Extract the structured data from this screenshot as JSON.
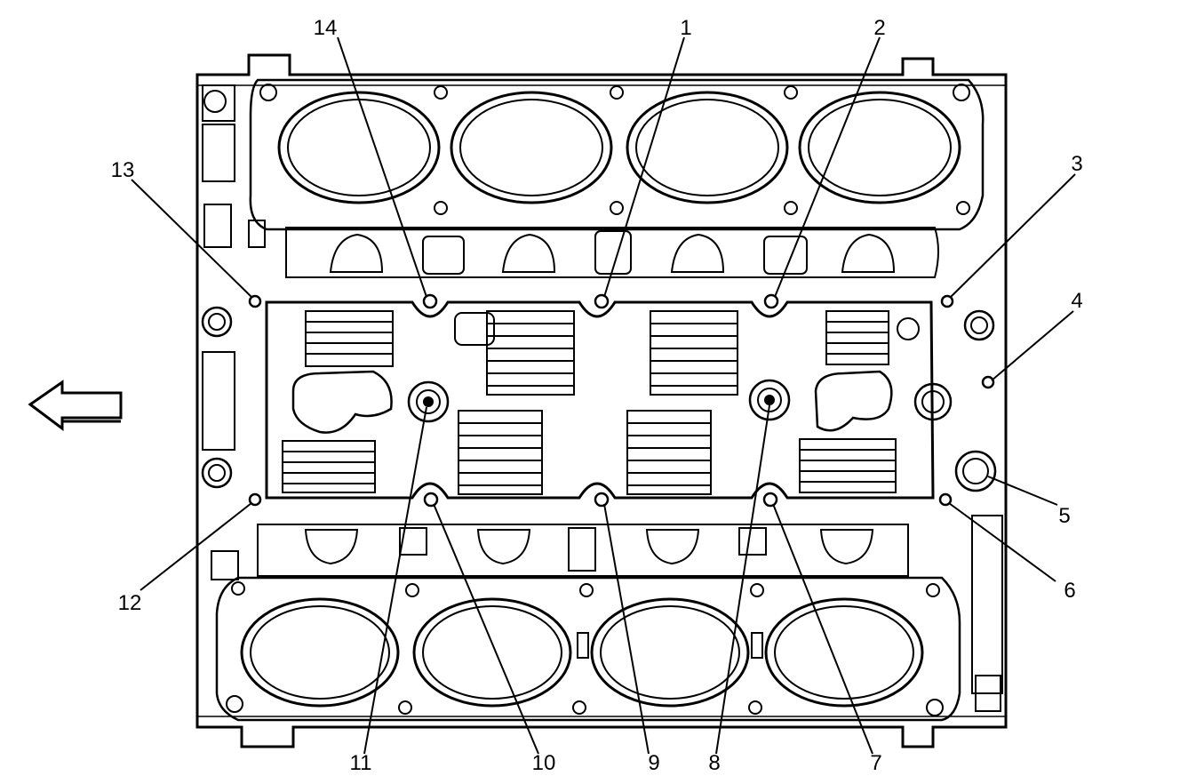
{
  "callouts": [
    {
      "id": "1",
      "text": "1"
    },
    {
      "id": "2",
      "text": "2"
    },
    {
      "id": "3",
      "text": "3"
    },
    {
      "id": "4",
      "text": "4"
    },
    {
      "id": "5",
      "text": "5"
    },
    {
      "id": "6",
      "text": "6"
    },
    {
      "id": "7",
      "text": "7"
    },
    {
      "id": "8",
      "text": "8"
    },
    {
      "id": "9",
      "text": "9"
    },
    {
      "id": "10",
      "text": "10"
    },
    {
      "id": "11",
      "text": "11"
    },
    {
      "id": "12",
      "text": "12"
    },
    {
      "id": "13",
      "text": "13"
    },
    {
      "id": "14",
      "text": "14"
    }
  ],
  "direction_arrow": {
    "icon": "arrow-left-icon"
  },
  "colors": {
    "ink": "#000000",
    "paper": "#ffffff"
  }
}
